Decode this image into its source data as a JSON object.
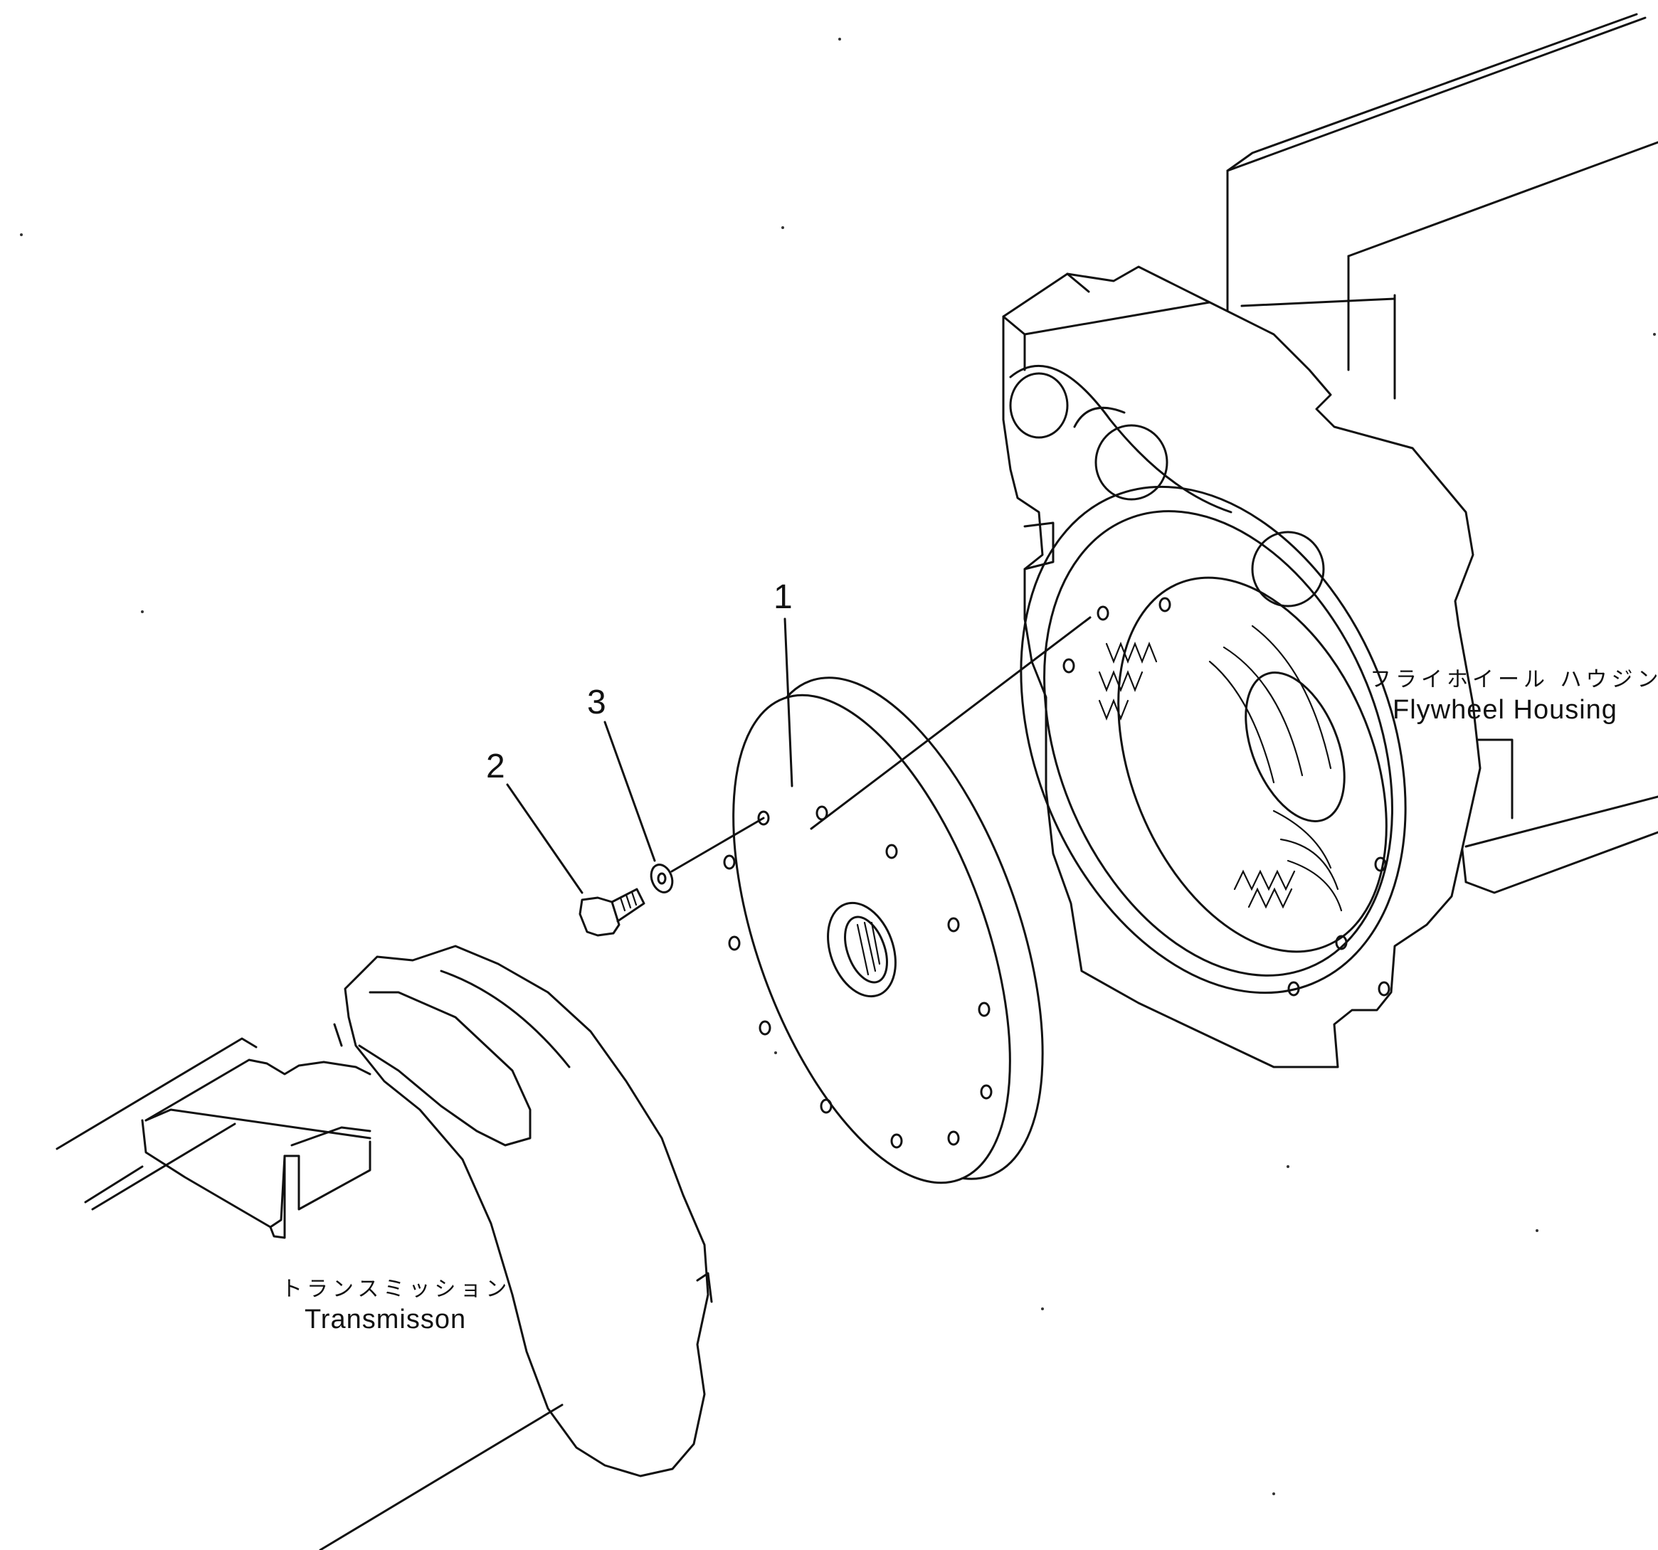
{
  "callouts": [
    {
      "number": "1"
    },
    {
      "number": "2"
    },
    {
      "number": "3"
    }
  ],
  "labels": {
    "flywheel_housing_jp": "フライホイール ハウジング",
    "flywheel_housing_en": "Flywheel Housing",
    "transmission_jp": "トランスミッション",
    "transmission_en": "Transmisson"
  }
}
